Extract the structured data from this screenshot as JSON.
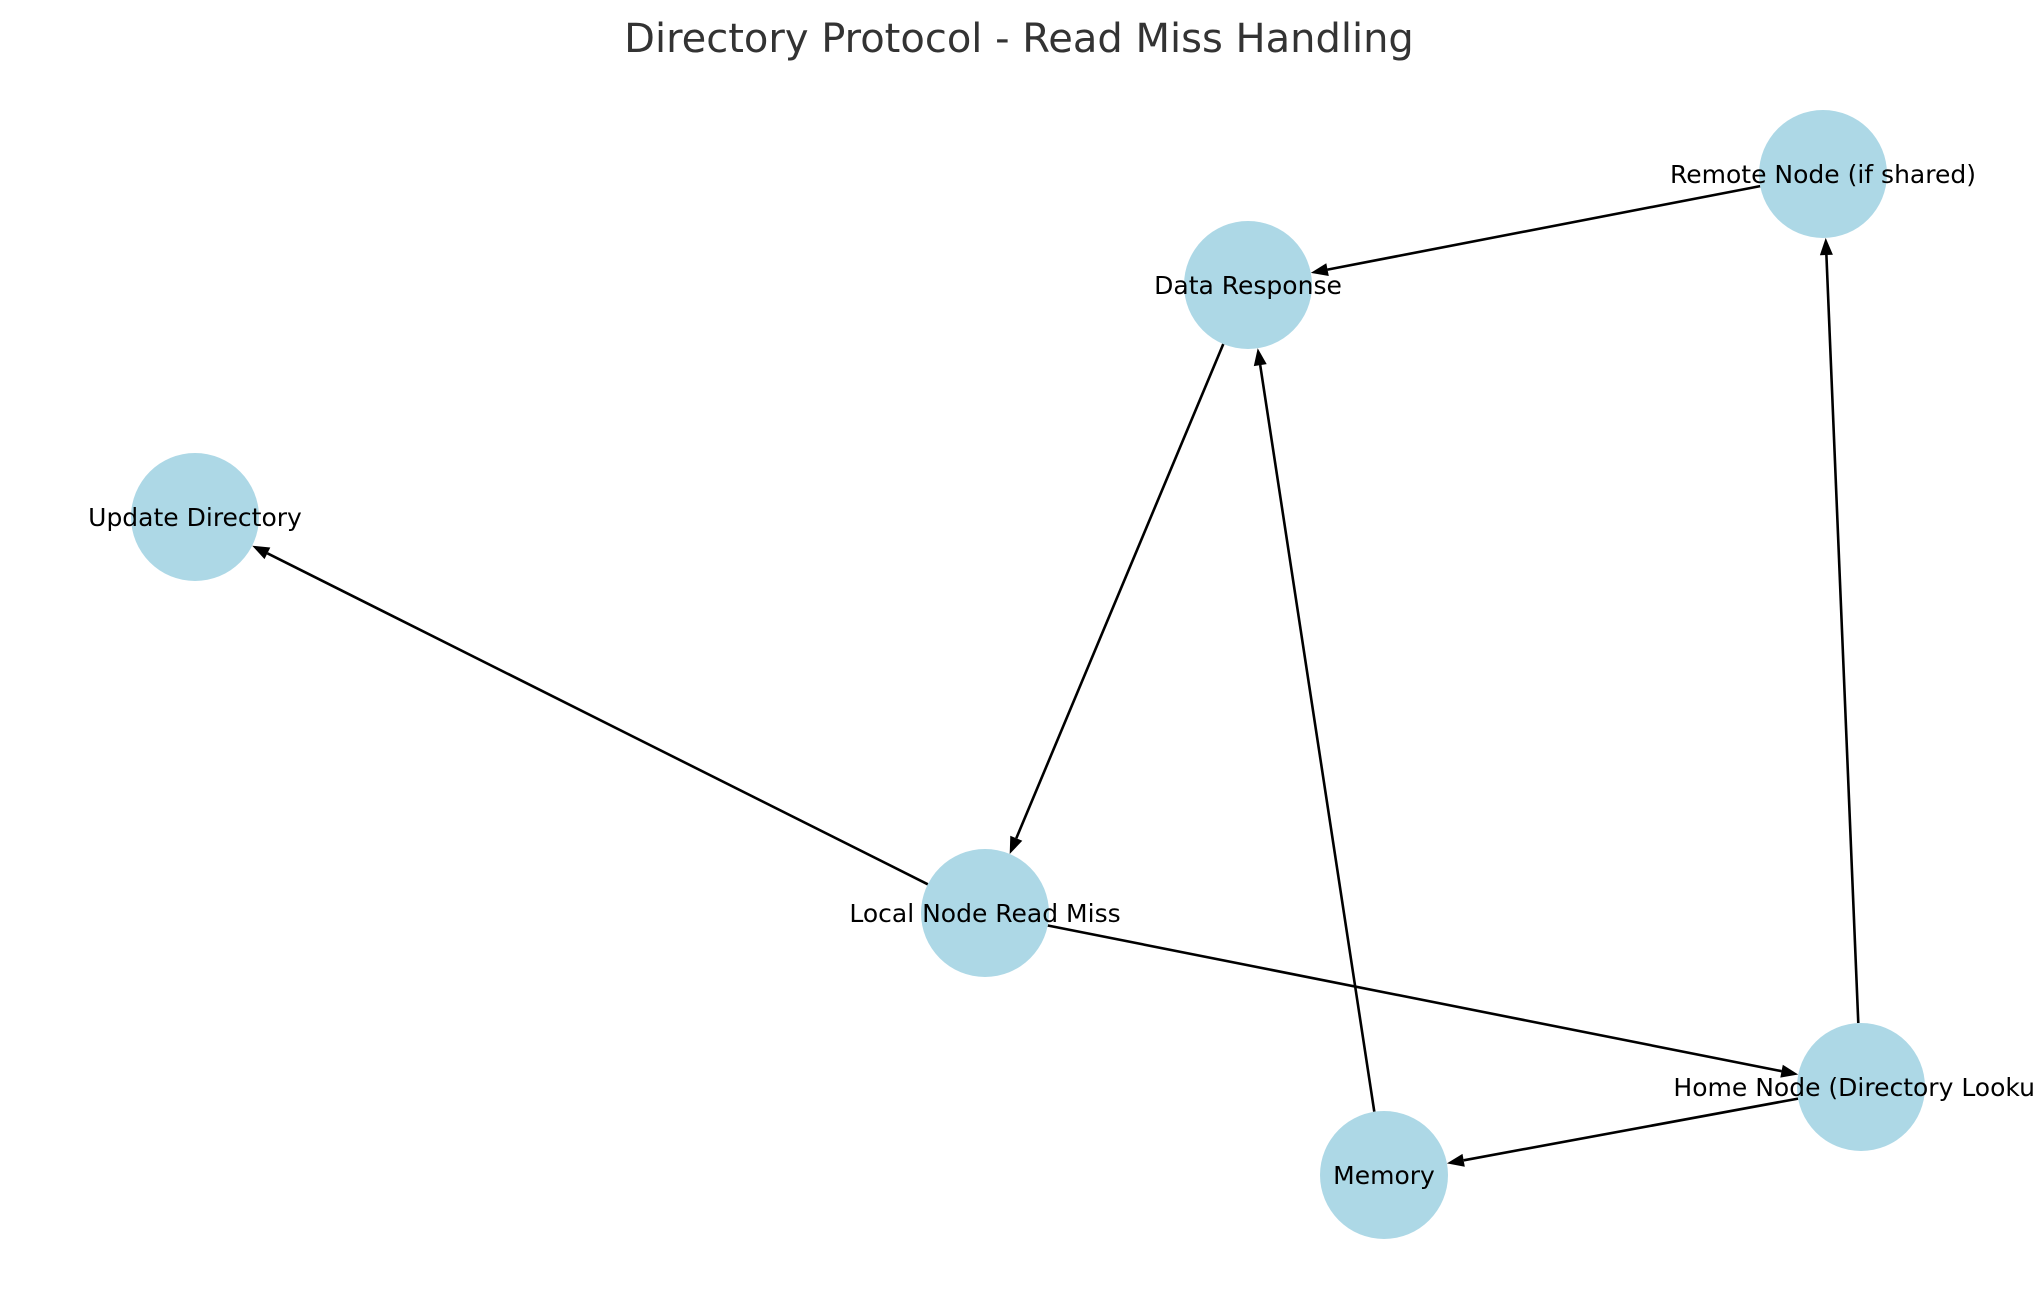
{
  "diagram": {
    "title": "Directory Protocol - Read Miss Handling",
    "node_color": "#add8e6",
    "edge_color": "#000000",
    "nodes": [
      {
        "id": "local",
        "label": "Local Node Read Miss"
      },
      {
        "id": "home",
        "label": "Home Node (Directory Looku"
      },
      {
        "id": "memory",
        "label": "Memory"
      },
      {
        "id": "remote",
        "label": "Remote Node (if shared)"
      },
      {
        "id": "data",
        "label": "Data Response"
      },
      {
        "id": "update",
        "label": "Update Directory"
      }
    ],
    "edges": [
      {
        "from": "local",
        "to": "home"
      },
      {
        "from": "home",
        "to": "memory"
      },
      {
        "from": "home",
        "to": "remote"
      },
      {
        "from": "memory",
        "to": "data"
      },
      {
        "from": "remote",
        "to": "data"
      },
      {
        "from": "data",
        "to": "local"
      },
      {
        "from": "local",
        "to": "update"
      }
    ]
  }
}
